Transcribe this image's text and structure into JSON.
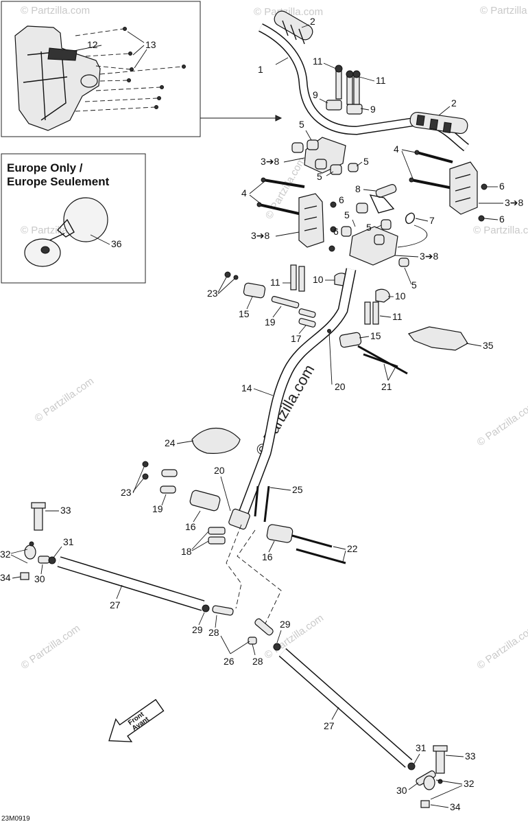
{
  "watermark": {
    "text": "© Partzilla.com",
    "main_text": "© Partzilla.com"
  },
  "inset_box_2": {
    "title_line1": "Europe Only /",
    "title_line2": "Europe Seulement"
  },
  "diagram_code": "23M0919",
  "front_arrow": {
    "line1": "Front",
    "line2": "Avant"
  },
  "callouts": {
    "c1": "1",
    "c2a": "2",
    "c2b": "2",
    "c3a": "3➔8",
    "c3b": "3➔8",
    "c3c": "3➔8",
    "c3d": "3➔8",
    "c4a": "4",
    "c4b": "4",
    "c5a": "5",
    "c5b": "5",
    "c5c": "5",
    "c5d": "5",
    "c5e": "5",
    "c5f": "5",
    "c6a": "6",
    "c6b": "6",
    "c6c": "6",
    "c6d": "6",
    "c7": "7",
    "c8": "8",
    "c9a": "9",
    "c9b": "9",
    "c10a": "10",
    "c10b": "10",
    "c11a": "11",
    "c11b": "11",
    "c11c": "11",
    "c11d": "11",
    "c12": "12",
    "c13": "13",
    "c14": "14",
    "c15a": "15",
    "c15b": "15",
    "c16a": "16",
    "c16b": "16",
    "c17": "17",
    "c18": "18",
    "c19a": "19",
    "c19b": "19",
    "c20a": "20",
    "c20b": "20",
    "c21": "21",
    "c22": "22",
    "c23a": "23",
    "c23b": "23",
    "c24": "24",
    "c25": "25",
    "c26": "26",
    "c27a": "27",
    "c27b": "27",
    "c28a": "28",
    "c28b": "28",
    "c29a": "29",
    "c29b": "29",
    "c30a": "30",
    "c30b": "30",
    "c31a": "31",
    "c31b": "31",
    "c32a": "32",
    "c32b": "32",
    "c33a": "33",
    "c33b": "33",
    "c34a": "34",
    "c34b": "34",
    "c35": "35",
    "c36": "36"
  }
}
